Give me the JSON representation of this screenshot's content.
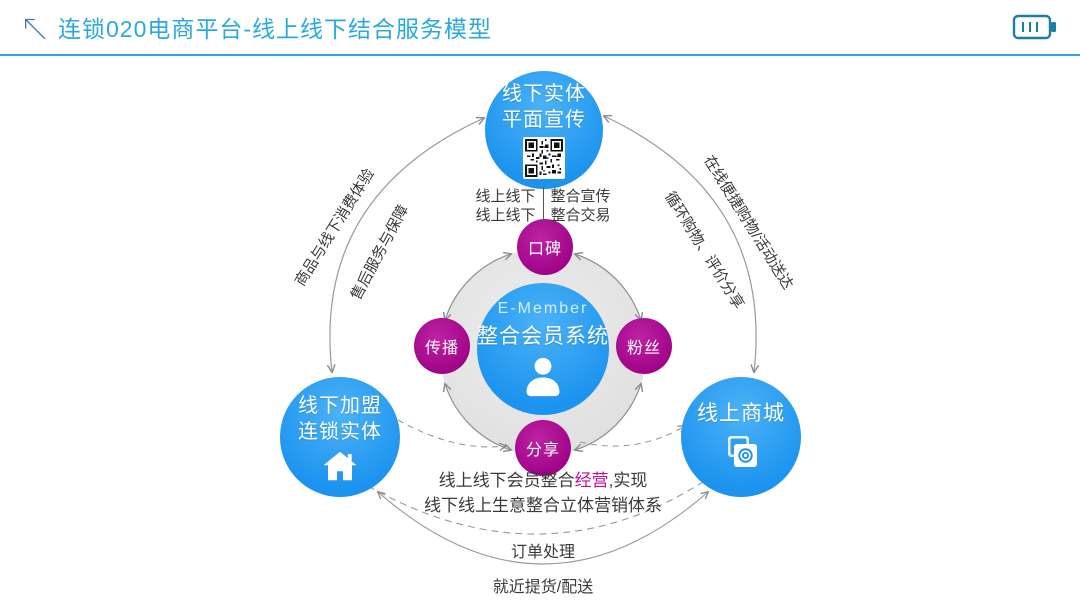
{
  "header": {
    "title": "连锁020电商平台-线上线下结合服务模型"
  },
  "icons": {
    "back_arrow": "nw-arrow",
    "battery": "battery-3-bars",
    "qr_code": "qr-code",
    "member": "person",
    "offline_store": "home",
    "online_mall": "photo-stack"
  },
  "nodes": {
    "top": {
      "line1": "线下实体",
      "line2": "平面宣传"
    },
    "left": {
      "line1": "线下加盟",
      "line2": "连锁实体"
    },
    "right": {
      "label": "线上商城"
    },
    "center": {
      "title": "E-Member",
      "subtitle": "整合会员系统"
    },
    "satellites": {
      "top": "口碑",
      "left": "传播",
      "right": "粉丝",
      "bottom": "分享"
    }
  },
  "integration_table": {
    "rows": [
      {
        "left": "线上线下",
        "right": "整合宣传"
      },
      {
        "left": "线上线下",
        "right": "整合交易"
      }
    ]
  },
  "arc_labels": {
    "left_outer": "商品与线下消费体验",
    "left_inner": "售后服务与保障",
    "right_outer": "在线便捷购物/活动送达",
    "right_inner": "循环购物、评价分享"
  },
  "bottom": {
    "line1_prefix": "线上线下会员整合",
    "line1_highlight": "经营",
    "line1_suffix": ",实现",
    "line2": "线下线上生意整合立体营销体系",
    "order_label": "订单处理",
    "delivery_label": "就近提货/配送"
  },
  "colors": {
    "accent_cyan": "#29a9e0",
    "node_blue": "#1b93ef",
    "satellite_magenta": "#a5008c",
    "ring_gray": "#e2e2e2",
    "line_gray": "#999999",
    "highlight_magenta": "#bf0f9e"
  }
}
